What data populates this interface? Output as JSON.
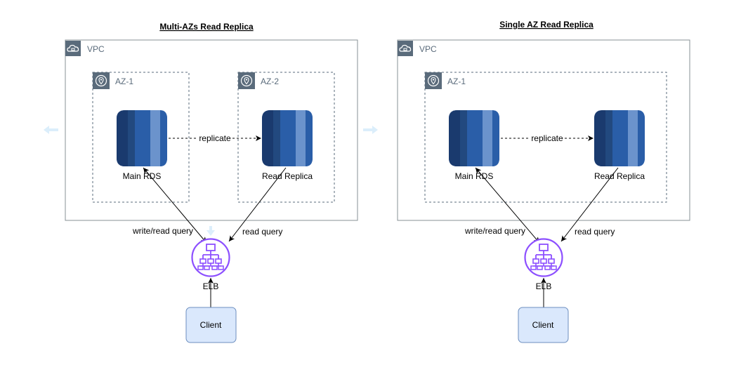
{
  "left": {
    "title": "Multi-AZs Read Replica",
    "vpc_label": "VPC",
    "az1_label": "AZ-1",
    "az2_label": "AZ-2",
    "main_db_label": "Main RDS",
    "replica_label": "Read Replica",
    "replicate_label": "replicate",
    "write_read_label": "write/read query",
    "read_label": "read query",
    "elb_label": "ELB",
    "client_label": "Client"
  },
  "right": {
    "title": "Single AZ Read Replica",
    "vpc_label": "VPC",
    "az1_label": "AZ-1",
    "main_db_label": "Main RDS",
    "replica_label": "Read Replica",
    "replicate_label": "replicate",
    "write_read_label": "write/read query",
    "read_label": "read query",
    "elb_label": "ELB",
    "client_label": "Client"
  },
  "colors": {
    "db_dark": "#1a3a6e",
    "db_mid": "#2a5ea8",
    "db_light": "#6b93cc",
    "elb_purple": "#8c4fff",
    "client_fill": "#dae8fc",
    "client_stroke": "#6c8ebf",
    "group_stroke": "#879196",
    "faint_arrow": "#dbeefb"
  }
}
